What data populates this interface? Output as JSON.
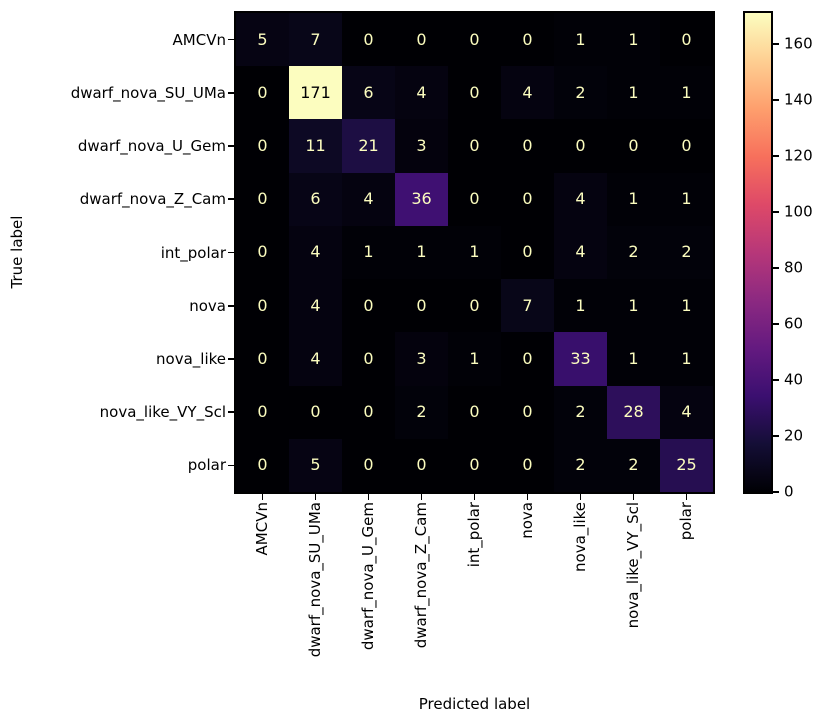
{
  "chart_data": {
    "type": "heatmap",
    "title": "",
    "xlabel": "Predicted label",
    "ylabel": "True label",
    "categories": [
      "AMCVn",
      "dwarf_nova_SU_UMa",
      "dwarf_nova_U_Gem",
      "dwarf_nova_Z_Cam",
      "int_polar",
      "nova",
      "nova_like",
      "nova_like_VY_Scl",
      "polar"
    ],
    "matrix": [
      [
        5,
        7,
        0,
        0,
        0,
        0,
        1,
        1,
        0
      ],
      [
        0,
        171,
        6,
        4,
        0,
        4,
        2,
        1,
        1
      ],
      [
        0,
        11,
        21,
        3,
        0,
        0,
        0,
        0,
        0
      ],
      [
        0,
        6,
        4,
        36,
        0,
        0,
        4,
        1,
        1
      ],
      [
        0,
        4,
        1,
        1,
        1,
        0,
        4,
        2,
        2
      ],
      [
        0,
        4,
        0,
        0,
        0,
        7,
        1,
        1,
        1
      ],
      [
        0,
        4,
        0,
        3,
        1,
        0,
        33,
        1,
        1
      ],
      [
        0,
        0,
        0,
        2,
        0,
        0,
        2,
        28,
        4
      ],
      [
        0,
        5,
        0,
        0,
        0,
        0,
        2,
        2,
        25
      ]
    ],
    "vmin": 0,
    "vmax": 171,
    "colormap": "magma",
    "colormap_stops": [
      [
        0.0,
        "#000004"
      ],
      [
        0.1,
        "#140e36"
      ],
      [
        0.2,
        "#3b0f70"
      ],
      [
        0.3,
        "#641a80"
      ],
      [
        0.4,
        "#8c2981"
      ],
      [
        0.5,
        "#b73779"
      ],
      [
        0.6,
        "#de4968"
      ],
      [
        0.7,
        "#f7705c"
      ],
      [
        0.8,
        "#fe9f6d"
      ],
      [
        0.9,
        "#fecf92"
      ],
      [
        1.0,
        "#fcfdbf"
      ]
    ],
    "colorbar_ticks": [
      0,
      20,
      40,
      60,
      80,
      100,
      120,
      140,
      160
    ],
    "annotation_light_color": "#fcfdbf",
    "annotation_dark_color": "#000004",
    "legend_position": "right-colorbar",
    "grid": false
  }
}
